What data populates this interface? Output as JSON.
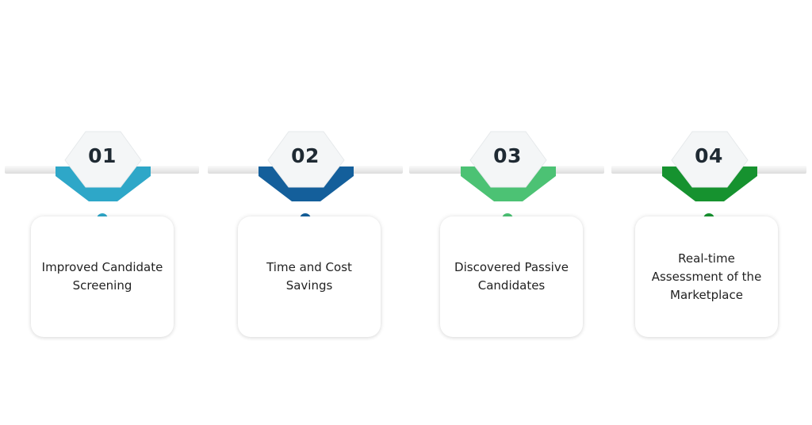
{
  "steps": [
    {
      "number": "01",
      "label": "Improved Candidate Screening",
      "color": "#2ea7c8"
    },
    {
      "number": "02",
      "label": "Time and Cost Savings",
      "color": "#145f9b"
    },
    {
      "number": "03",
      "label": "Discovered Passive Candidates",
      "color": "#4cc274"
    },
    {
      "number": "04",
      "label": "Real-time Assessment of the Marketplace",
      "color": "#16922f"
    }
  ]
}
